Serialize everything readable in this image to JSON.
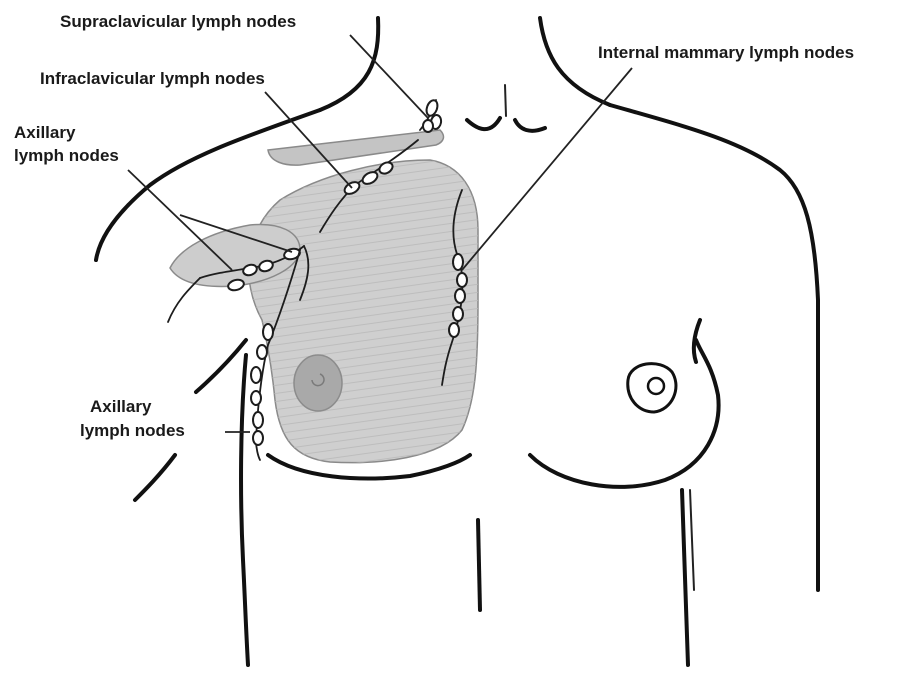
{
  "labels": {
    "supraclavicular": "Supraclavicular lymph nodes",
    "infraclavicular": "Infraclavicular lymph nodes",
    "axillary_upper_line1": "Axillary",
    "axillary_upper_line2": "lymph nodes",
    "internal_mammary": "Internal mammary lymph nodes",
    "axillary_lower_line1": "Axillary",
    "axillary_lower_line2": "lymph nodes"
  },
  "colors": {
    "outline": "#111111",
    "shading": "#c8c8c8",
    "areola": "#a9a9a9",
    "node_fill": "#ffffff"
  }
}
